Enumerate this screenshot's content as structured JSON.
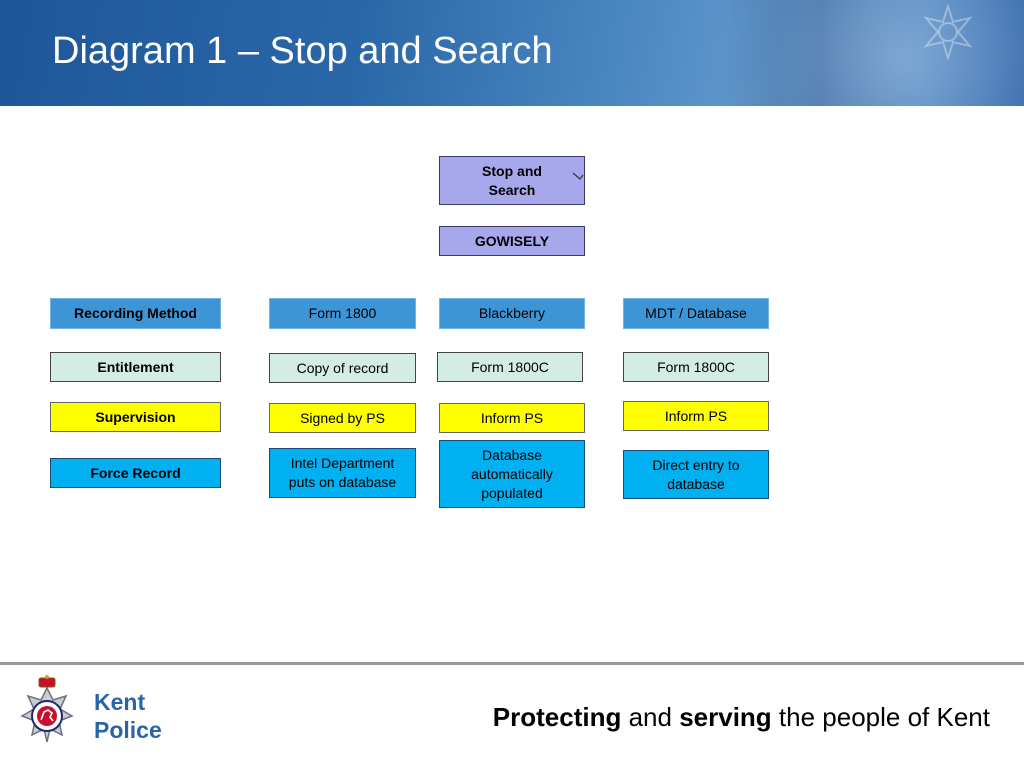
{
  "header": {
    "title": "Diagram 1 – Stop and Search"
  },
  "diagram": {
    "root": "Stop and Search",
    "sub": "GOWISELY",
    "rows": [
      {
        "label": "Recording Method",
        "cells": [
          "Form 1800",
          "Blackberry",
          "MDT / Database"
        ]
      },
      {
        "label": "Entitlement",
        "cells": [
          "Copy of record",
          "Form 1800C",
          "Form 1800C"
        ]
      },
      {
        "label": "Supervision",
        "cells": [
          "Signed by PS",
          "Inform PS",
          "Inform PS"
        ]
      },
      {
        "label": "Force Record",
        "cells": [
          "Intel Department puts on database",
          "Database automatically populated",
          "Direct entry to database"
        ]
      }
    ]
  },
  "footer": {
    "logo_line1": "Kent",
    "logo_line2": "Police",
    "slogan": [
      "Protecting",
      " and ",
      "serving",
      " the people of Kent"
    ]
  },
  "colors": {
    "header_blue": "#1e5799",
    "lavender": "#a7a7ec",
    "mid_blue": "#3e95d6",
    "mint": "#d4ede4",
    "yellow": "#ffff00",
    "cyan": "#00b0f0",
    "logo_blue": "#2a64a8"
  }
}
